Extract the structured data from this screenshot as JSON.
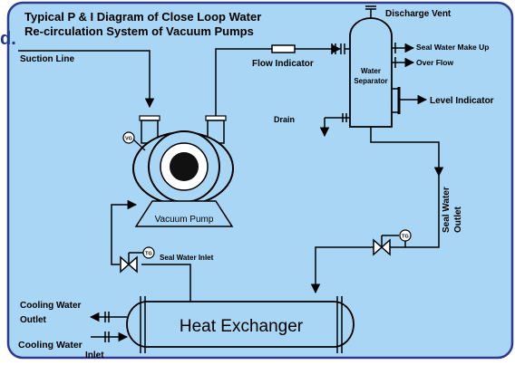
{
  "title_line1": "Typical  P & I Diagram of Close Loop Water",
  "title_line2": "Re-circulation System of Vacuum Pumps",
  "edge_fragment": "d.",
  "labels": {
    "suction_line": "Suction Line",
    "flow_indicator": "Flow Indicator",
    "discharge_vent": "Discharge Vent",
    "water_separator_1": "Water",
    "water_separator_2": "Separator",
    "seal_water_make_up": "Seal Water Make Up",
    "over_flow": "Over Flow",
    "level_indicator": "Level Indicator",
    "drain": "Drain",
    "vg": "VG",
    "tg_inlet": "TG",
    "tg_outlet": "TG",
    "vacuum_pump": "Vacuum Pump",
    "seal_water_inlet": "Seal Water Inlet",
    "seal_water_outlet_1": "Seal Water",
    "seal_water_outlet_2": "Outlet",
    "cooling_water_outlet_1": "Cooling Water",
    "cooling_water_outlet_2": "Outlet",
    "cooling_water_inlet_1": "Cooling Water",
    "cooling_water_inlet_2": "Inlet",
    "heat_exchanger": "Heat Exchanger"
  },
  "colors": {
    "background": "#a8d6f4",
    "border": "#2f3a8f",
    "line": "#000000",
    "text": "#000000"
  }
}
